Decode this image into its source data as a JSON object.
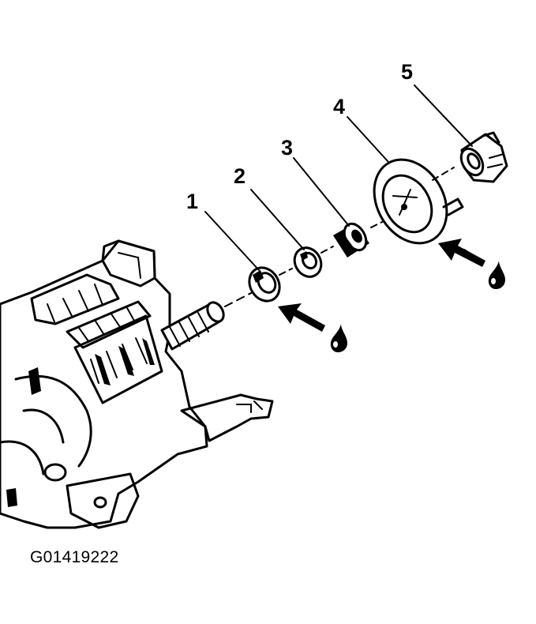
{
  "figure_id": "G01419222",
  "callouts": [
    {
      "number": "1",
      "part": "part-1"
    },
    {
      "number": "2",
      "part": "part-2"
    },
    {
      "number": "3",
      "part": "part-3"
    },
    {
      "number": "4",
      "part": "part-4"
    },
    {
      "number": "5",
      "part": "part-5"
    }
  ],
  "lubrication_markers": 2
}
